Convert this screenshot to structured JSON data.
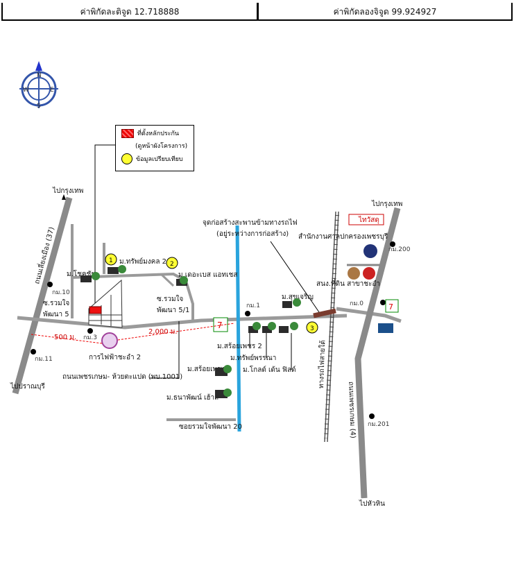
{
  "coords": {
    "lat_label": "ค่าพิกัดละติจูด 12.718888",
    "lon_label": "ค่าพิกัดลองจิจูด 99.924927"
  },
  "compass": {
    "n": "N",
    "s": "S",
    "e": "E",
    "w": "W"
  },
  "legend": {
    "site_label": "ที่ตั้งหลักประกัน",
    "site_sub": "(ดูหน้าผังโครงการ)",
    "comp_label": "ข้อมูลเปรียบเทียบ"
  },
  "map_labels": {
    "to_bangkok_left": "ไปกรุงเทพ",
    "to_bangkok_right": "ไปกรุงเทพ",
    "to_pranburi": "ไปปราณบุรี",
    "to_huahin": "ไปหัวหิน",
    "road_37": "ถนนเลี่ยงเมือง (37)",
    "road_4": "ถนนเพชรเกษม (4)",
    "rail": "ทางรถไฟสายใต้",
    "km10": "กม.10",
    "km11": "กม.11",
    "km3": "กม.3",
    "km1": "กม.1",
    "km0": "กม.0",
    "km200": "กม.200",
    "km201": "กม.201",
    "soi_ruamjai_5": "ซ.รวมใจ",
    "soi_pattana5": "พัฒนา 5",
    "soi_ruamjai_51": "ซ.รวมใจ",
    "soi_pattana51": "พัฒนา 5/1",
    "v_chokchai": "ม.โชคชัย",
    "v_sapmongkol": "ม.ทรัพย์มงคล 2",
    "v_delabay": "ม.เดอะเบส แอทเชส",
    "v_sukcharoen": "ม.สุขเจริญ",
    "v_soiphet2": "ม.สร้อยเพชร 2",
    "v_sappanna": "ม.ทรัพย์พรรณา",
    "v_golden": "ม.โกลด์ เด้น ฟิลด์",
    "v_soiphet": "ม.สร้อยเพชร",
    "v_thanaphat": "ม.ธนาพัฒน์ เฮ้าส์",
    "pea": "การไฟฟ้าชะอำ 2",
    "road_pk": "ถนนเพชรเกษม- ห้วยตะแปด (พบ.1001)",
    "soi_20": "ซอยรวมใจพัฒนา 20",
    "bridge": "จุดก่อสร้างสะพานข้ามทางรถไฟ",
    "bridge_sub": "(อยู่ระหว่างการก่อสร้าง)",
    "court": "สำนักงานศาลปกครองเพชรบุรี",
    "station": "สนง.ที่ดิน สาขาชะอำ",
    "thaiwatsadu": "ไทวัสดุ",
    "dist500": "500 ม.",
    "dist2000": "2,000 ม.",
    "m1": "1",
    "m2": "2",
    "m3": "3"
  }
}
